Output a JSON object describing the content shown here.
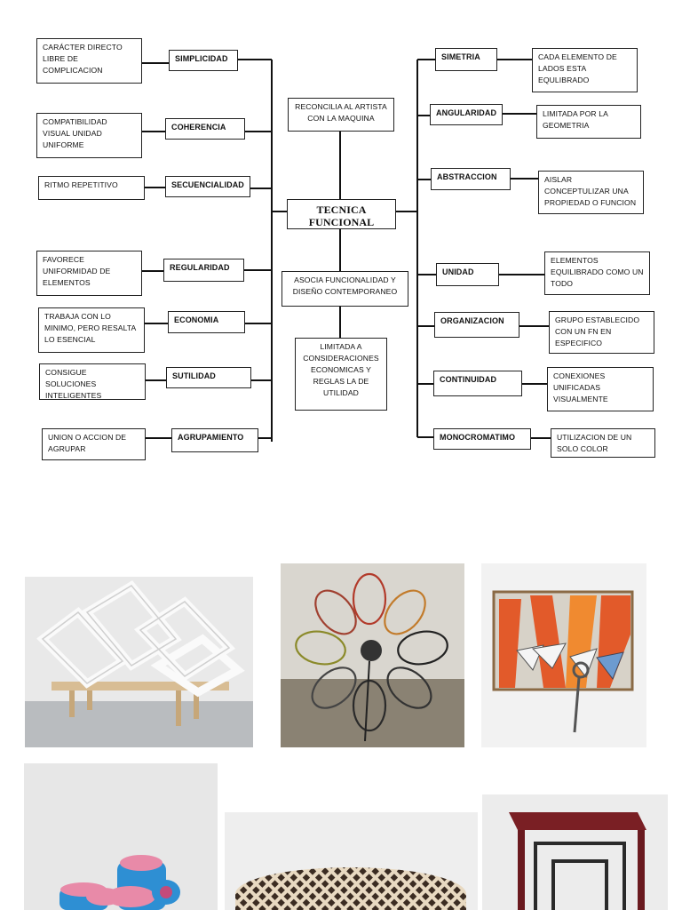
{
  "center": {
    "title": "TECNICA FUNCIONAL",
    "top_note": "RECONCILIA AL ARTISTA CON LA MAQUINA",
    "middle_note": "ASOCIA FUNCIONALIDAD Y DISEÑO CONTEMPORANEO",
    "bottom_note": "LIMITADA A CONSIDERACIONES ECONOMICAS Y REGLAS LA DE UTILIDAD"
  },
  "left": [
    {
      "label": "SIMPLICIDAD",
      "desc": "CARÁCTER DIRECTO LIBRE DE COMPLICACION"
    },
    {
      "label": "COHERENCIA",
      "desc": "COMPATIBILIDAD VISUAL UNIDAD UNIFORME"
    },
    {
      "label": "SECUENCIALIDAD",
      "desc": "RITMO REPETITIVO"
    },
    {
      "label": "REGULARIDAD",
      "desc": "FAVORECE UNIFORMIDAD DE ELEMENTOS"
    },
    {
      "label": "ECONOMIA",
      "desc": "TRABAJA CON LO MINIMO, PERO RESALTA LO ESENCIAL"
    },
    {
      "label": "SUTILIDAD",
      "desc": "CONSIGUE SOLUCIONES INTELIGENTES"
    },
    {
      "label": "AGRUPAMIENTO",
      "desc": "UNION O ACCION DE AGRUPAR"
    }
  ],
  "right": [
    {
      "label": "SIMETRIA",
      "desc": "CADA ELEMENTO DE LADOS ESTA EQULIBRADO"
    },
    {
      "label": "ANGULARIDAD",
      "desc": "LIMITADA POR LA GEOMETRIA"
    },
    {
      "label": "ABSTRACCION",
      "desc": "AISLAR CONCEPTULIZAR UNA PROPIEDAD O FUNCION"
    },
    {
      "label": "UNIDAD",
      "desc": "ELEMENTOS EQUILIBRADO COMO UN TODO"
    },
    {
      "label": "ORGANIZACION",
      "desc": "GRUPO ESTABLECIDO CON UN FN EN ESPECIFICO"
    },
    {
      "label": "CONTINUIDAD",
      "desc": "CONEXIONES UNIFICADAS VISUALMENTE"
    },
    {
      "label": "MONOCROMATIMO",
      "desc": "UTILIZACION DE UN SOLO COLOR"
    }
  ],
  "photos": [
    {
      "subject": "white-zigzag-shelf"
    },
    {
      "subject": "racket-sculpture"
    },
    {
      "subject": "key-holder-triangles"
    },
    {
      "subject": "stacked-rings"
    },
    {
      "subject": "woven-round-ottoman"
    },
    {
      "subject": "nested-square-tables"
    }
  ],
  "colors": {
    "line": "#111111",
    "orange": "#e25a2a",
    "blue": "#2e8fd3",
    "pink": "#e88aa8"
  }
}
